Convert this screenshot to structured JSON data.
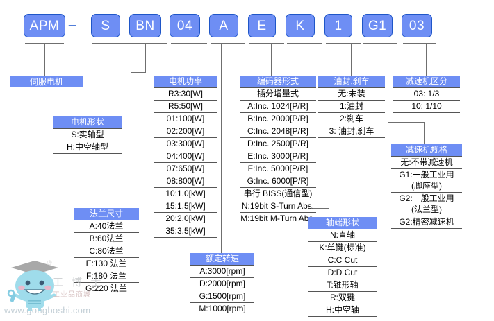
{
  "model_code": {
    "separator": "–",
    "segments": [
      {
        "text": "APM",
        "w": 60
      },
      {
        "text": "S",
        "w": 42
      },
      {
        "text": "BN",
        "w": 46
      },
      {
        "text": "04",
        "w": 44
      },
      {
        "text": "A",
        "w": 42
      },
      {
        "text": "E",
        "w": 40
      },
      {
        "text": "K",
        "w": 42
      },
      {
        "text": "1",
        "w": 40
      },
      {
        "text": "G1",
        "w": 44
      },
      {
        "text": "03",
        "w": 44
      }
    ]
  },
  "blocks": {
    "servo_motor": {
      "title": "伺服电机",
      "rows": []
    },
    "motor_shape": {
      "title": "电机形状",
      "rows": [
        "S:实轴型",
        "H:中空轴型"
      ]
    },
    "flange_size": {
      "title": "法兰尺寸",
      "rows": [
        "A:40法兰",
        "B:60法兰",
        "C:80法兰",
        "E:130 法兰",
        "F:180 法兰",
        "G:220 法兰"
      ]
    },
    "motor_power": {
      "title": "电机功率",
      "rows": [
        "R3:30[W]",
        "R5:50[W]",
        "01:100[W]",
        "02:200[W]",
        "03:300[W]",
        "04:400[W]",
        "07:650[W]",
        "08:800[W]",
        "10:1.0[kW]",
        "15:1.5[kW]",
        "20:2.0[kW]",
        "35:3.5[kW]"
      ]
    },
    "rated_speed": {
      "title": "额定转速",
      "rows": [
        "A:3000[rpm]",
        "D:2000[rpm]",
        "G:1500[rpm]",
        "M:1000[rpm]"
      ]
    },
    "encoder_type": {
      "title": "编码器形式",
      "rows": [
        "插分增量式",
        "A:Inc. 1024[P/R]",
        "B:Inc. 2000[P/R]",
        "C:Inc. 2048[P/R]",
        "D:Inc. 2500[P/R]",
        "E:Inc. 3000[P/R]",
        "F:Inc. 5000[P/R]",
        "G:Inc. 6000[P/R]",
        "串行 BISS(通信型)",
        "N:19bit S-Turn Abs.",
        "M:19bit M-Turn Abs."
      ]
    },
    "oil_seal_brake": {
      "title": "油封,刹车",
      "rows": [
        "无:未装",
        "1:油封",
        "2:刹车",
        "3: 油封,刹车"
      ]
    },
    "shaft_end": {
      "title": "轴端形状",
      "rows": [
        "N:直轴",
        "K:单键(标准)",
        "C:C Cut",
        "D:D Cut",
        "T:锥形轴",
        "R:双键",
        "H:中空轴"
      ]
    },
    "reducer_ratio": {
      "title": "减速机区分",
      "rows": [
        "03: 1/3",
        "10: 1/10"
      ]
    },
    "reducer_spec": {
      "title": "减速机规格",
      "rows": [
        "无:不带减速机",
        "G1:一般工业用",
        "(脚座型)",
        "G2:一般工业用",
        "(法兰型)",
        "G2:精密减速机"
      ]
    }
  },
  "watermark": {
    "url": "www.gongboshi.com",
    "brand_cn": "工 博 士",
    "brand_sub": "工业品商城",
    "registered": "®"
  },
  "colors": {
    "chip_fill": "#6e8ef4",
    "chip_border": "#1f56c8",
    "header_fill": "#6e8ef4",
    "line": "#6f6f6f",
    "text": "#000000"
  }
}
